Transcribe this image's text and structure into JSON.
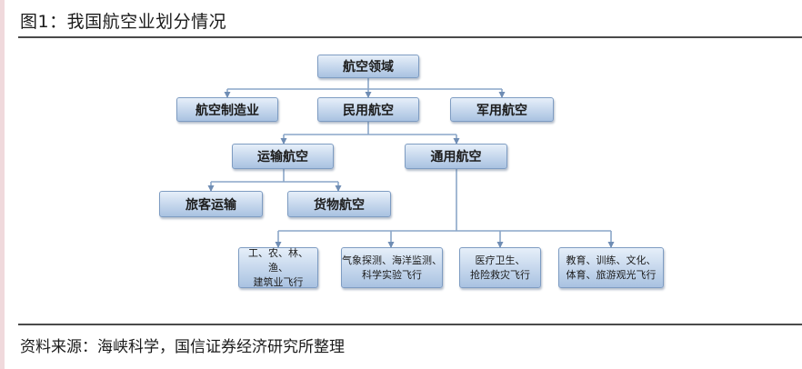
{
  "title": "图1：我国航空业划分情况",
  "source": "资料来源：海峡科学，国信证券经济研究所整理",
  "diagram": {
    "root": "航空领域",
    "manufacturing": "航空制造业",
    "civil": "民用航空",
    "military": "军用航空",
    "transport": "运输航空",
    "general": "通用航空",
    "passenger": "旅客运输",
    "cargo": "货物航空",
    "leaf1": {
      "line1": "工、农、林、渔、",
      "line2": "建筑业飞行"
    },
    "leaf2": {
      "line1": "气象探测、海洋监测、",
      "line2": "科学实验飞行"
    },
    "leaf3": {
      "line1": "医疗卫生、",
      "line2": "抢险救灾飞行"
    },
    "leaf4": {
      "line1": "教育、训练、文化、",
      "line2": "体育、旅游观光飞行"
    }
  }
}
